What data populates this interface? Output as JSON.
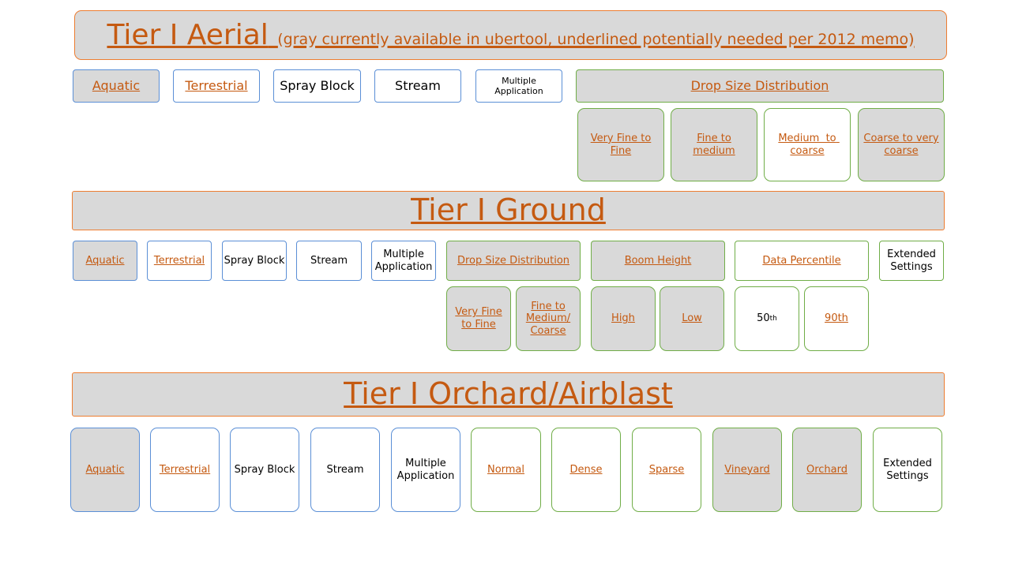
{
  "aerial": {
    "title": "Tier I Aerial",
    "subtitle": "(gray currently available in ubertool, underlined potentially needed per 2012 memo)",
    "row1": [
      "Aquatic",
      "Terrestrial",
      "Spray Block",
      "Stream",
      "Multiple Application"
    ],
    "drop_size": "Drop Size Distribution",
    "drop_options": [
      "Very Fine to Fine",
      "Fine to medium",
      "Medium  to coarse",
      "Coarse to very coarse"
    ]
  },
  "ground": {
    "title": "Tier I Ground",
    "row1": [
      "Aquatic",
      "Terrestrial",
      "Spray Block",
      "Stream",
      "Multiple Application"
    ],
    "drop_size": "Drop Size Distribution",
    "boom_height": "Boom Height",
    "data_percentile": "Data Percentile",
    "extended": "Extended Settings",
    "drop_options": [
      "Very Fine to Fine",
      "Fine to Medium/ Coarse"
    ],
    "boom_options": [
      "High",
      "Low"
    ],
    "percentile_50_num": "50",
    "percentile_50_sup": "th",
    "percentile_90": "90th"
  },
  "orchard": {
    "title": "Tier I Orchard/Airblast",
    "row": [
      "Aquatic",
      "Terrestrial",
      "Spray Block",
      "Stream",
      "Multiple Application",
      "Normal",
      "Dense",
      "Sparse",
      "Vineyard",
      "Orchard",
      "Extended Settings"
    ]
  },
  "colors": {
    "link_orange": "#c55a11",
    "gray_fill": "#d9d9d9",
    "blue_border": "#5b8fd6",
    "green_border": "#70ad47",
    "orange_border": "#ed7d31"
  }
}
